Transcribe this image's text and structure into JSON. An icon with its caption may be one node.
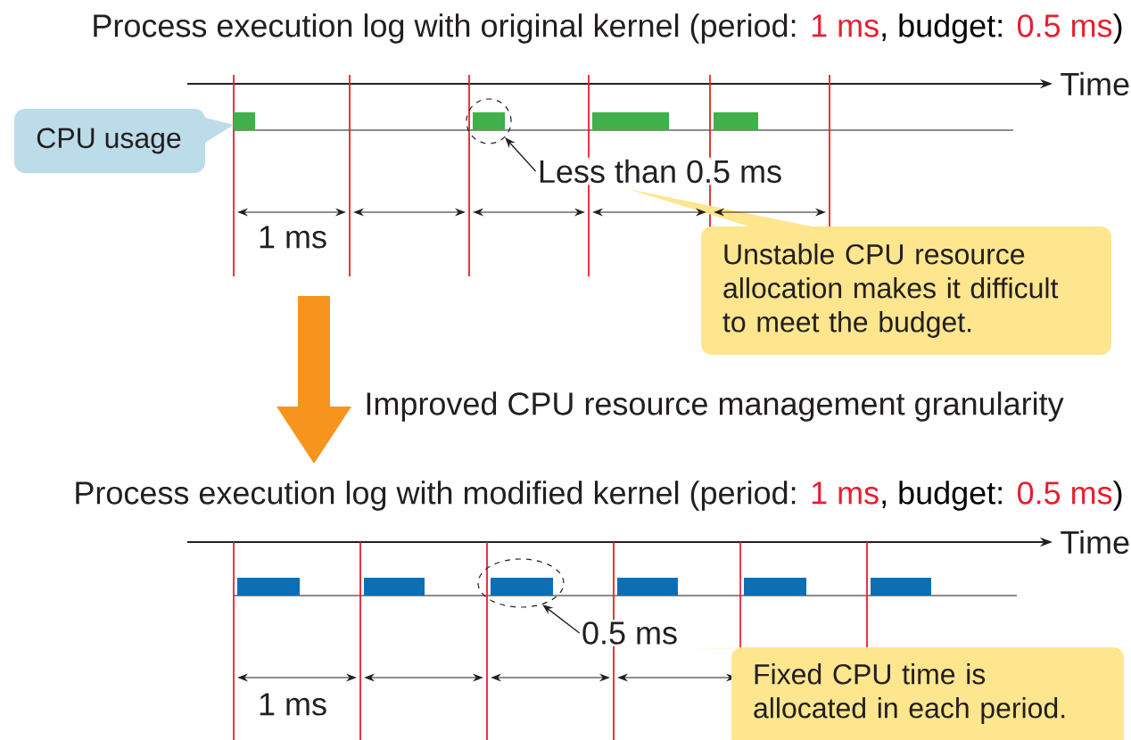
{
  "diagram": {
    "nodes": [
      {
        "text": [
          "CPU usage"
        ]
      },
      {
        "text": [
          "Less than 0.5 ms"
        ]
      },
      {
        "text": [],
        "shape": "circle"
      },
      {
        "text": [
          "Unstable CPU resource allocation makes it difficult to meet the budget."
        ]
      },
      {
        "text": [
          "0.5 ms"
        ]
      },
      {
        "text": [],
        "shape": "ellipse"
      },
      {
        "text": [
          "Fixed CPU time is allocated in each period."
        ]
      }
    ],
    "edges": [
      {
        "from": 1,
        "to": 2,
        "arrow": "to"
      },
      {
        "from": 4,
        "to": 5,
        "arrow": "to"
      }
    ],
    "labels": [
      "Process execution log with original kernel (period: ",
      "1 ms",
      ", budget: ",
      "0.5 ms",
      ")",
      "Time",
      "1 ms",
      "Improved CPU resource management granularity",
      "Process execution log with modified kernel (period: ",
      "1 ms",
      ", budget: ",
      "0.5 ms",
      ")",
      "Time",
      "1 ms"
    ]
  }
}
